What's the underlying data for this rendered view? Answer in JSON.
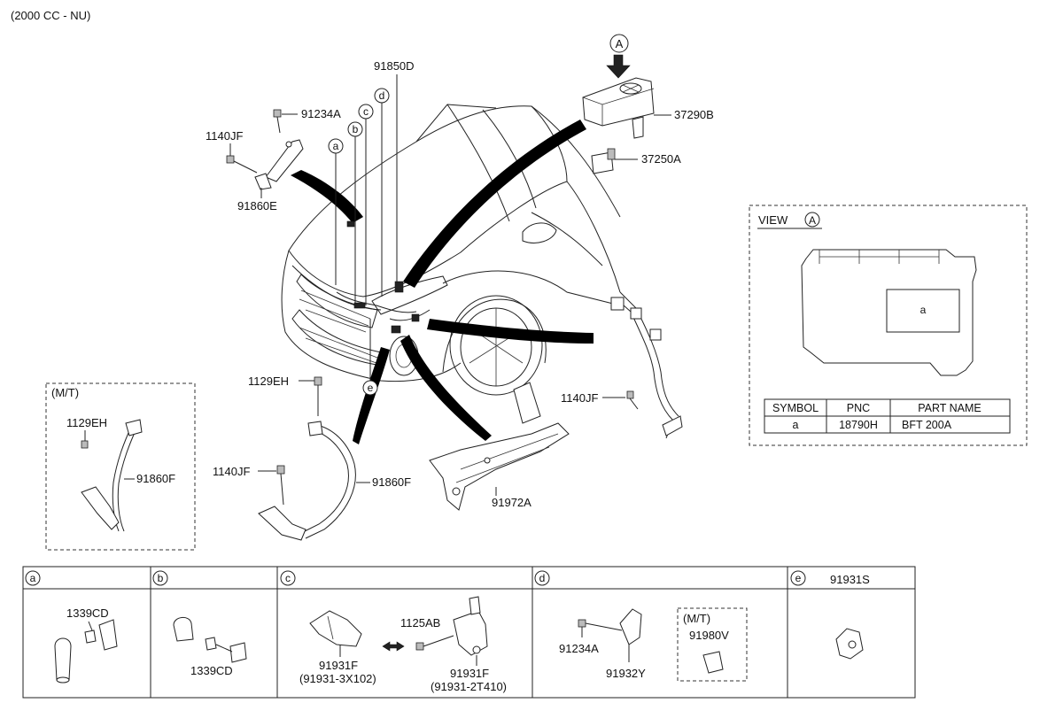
{
  "title": "(2000 CC - NU)",
  "view": {
    "heading": "VIEW",
    "heading_symbol": "A",
    "inner_label": "a",
    "table": {
      "headers": [
        "SYMBOL",
        "PNC",
        "PART NAME"
      ],
      "rows": [
        [
          "a",
          "18790H",
          "BFT 200A"
        ]
      ]
    }
  },
  "arrow_marker": "A",
  "callouts": [
    "a",
    "b",
    "c",
    "d",
    "e"
  ],
  "labels": {
    "p91850D": "91850D",
    "p37290B": "37290B",
    "p37250A": "37250A",
    "p91234A_top": "91234A",
    "p1140JF_top": "1140JF",
    "p91860E": "91860E",
    "p1129EH_mid": "1129EH",
    "p1140JF_mid": "1140JF",
    "p91860F_mid": "91860F",
    "p1140JF_right": "1140JF",
    "p91972A": "91972A",
    "mt_title": "(M/T)",
    "mt_1129EH": "1129EH",
    "mt_91860F": "91860F"
  },
  "bottom_panels": [
    {
      "symbol": "a",
      "labels": [
        "1339CD"
      ]
    },
    {
      "symbol": "b",
      "labels": [
        "1339CD"
      ]
    },
    {
      "symbol": "c",
      "labels": [
        "91931F",
        "(91931-3X102)",
        "1125AB",
        "91931F",
        "(91931-2T410)"
      ]
    },
    {
      "symbol": "d",
      "labels": [
        "91234A",
        "91932Y",
        "(M/T)",
        "91980V"
      ]
    },
    {
      "symbol": "e",
      "title": "91931S"
    }
  ]
}
